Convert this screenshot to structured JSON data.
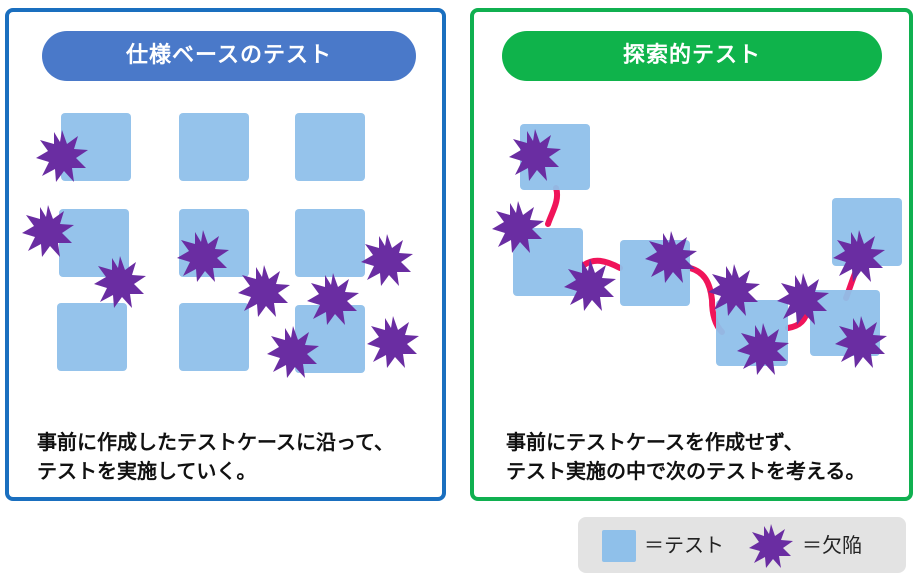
{
  "left_panel": {
    "title": "仕様ベースのテスト",
    "description_lines": [
      "事前に作成したテストケースに沿って、",
      "テストを実施していく。"
    ]
  },
  "right_panel": {
    "title": "探索的テスト",
    "description_lines": [
      "事前にテストケースを作成せず、",
      "テスト実施の中で次のテストを考える。"
    ]
  },
  "legend": {
    "test_label": "＝テスト",
    "defect_label": "＝欠陥"
  },
  "colors": {
    "left_border": "#1a6fbf",
    "left_pill": "#4a79c9",
    "right_border": "#10b050",
    "right_pill": "#0fb34b",
    "test_square": "#8fc0ea",
    "defect_star": "#6a2da2",
    "path_line": "#f0145a",
    "legend_bg": "#e3e3e3"
  }
}
